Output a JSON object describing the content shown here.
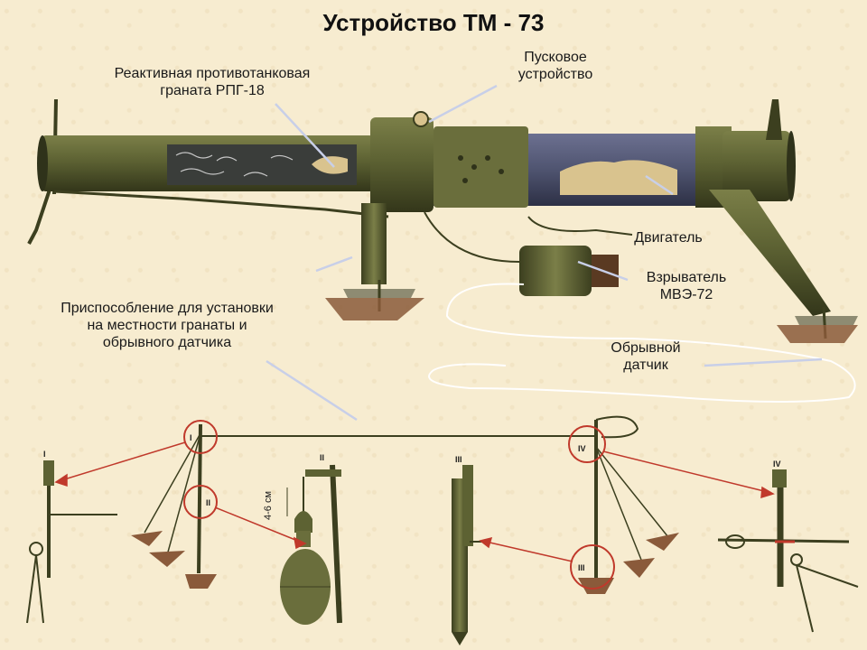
{
  "title": "Устройство ТМ - 73",
  "labels": {
    "grenade_1": "Реактивная противотанковая",
    "grenade_2": "граната РПГ-18",
    "launcher_1": "Пусковое",
    "launcher_2": "устройство",
    "engine": "Двигатель",
    "fuse_1": "Взрыватель",
    "fuse_2": "МВЭ-72",
    "breakwire_1": "Обрывной",
    "breakwire_2": "датчик",
    "mount_1": "Приспособление для установки",
    "mount_2": "на местности гранаты и",
    "mount_3": "обрывного датчика"
  },
  "detail_marks": {
    "i": "I",
    "ii": "II",
    "iii": "III",
    "iv": "IV",
    "dimension": "4-6 см"
  },
  "colors": {
    "background": "#f7ecd0",
    "olive": "#5d6233",
    "olive_dark": "#3c3f1f",
    "barrel_blue": "#4f5470",
    "pointer": "#c8cfe8",
    "callout_red": "#c0392b",
    "soil": "#8a5a3a"
  }
}
